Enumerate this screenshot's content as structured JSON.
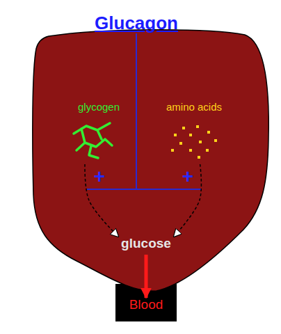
{
  "diagram": {
    "title": "Glucagon",
    "nodes": [
      {
        "text": [
          "glycogen"
        ]
      },
      {
        "text": [
          "amino acids"
        ]
      },
      {
        "text": [
          "glucose"
        ]
      },
      {
        "text": [
          "Blood"
        ]
      }
    ],
    "edges": [
      {
        "from": 0,
        "to": 2,
        "arrow": "to"
      },
      {
        "from": 1,
        "to": 2,
        "arrow": "to"
      },
      {
        "from": 2,
        "to": 3,
        "arrow": "to"
      }
    ],
    "labels": [
      "+",
      "+"
    ]
  }
}
